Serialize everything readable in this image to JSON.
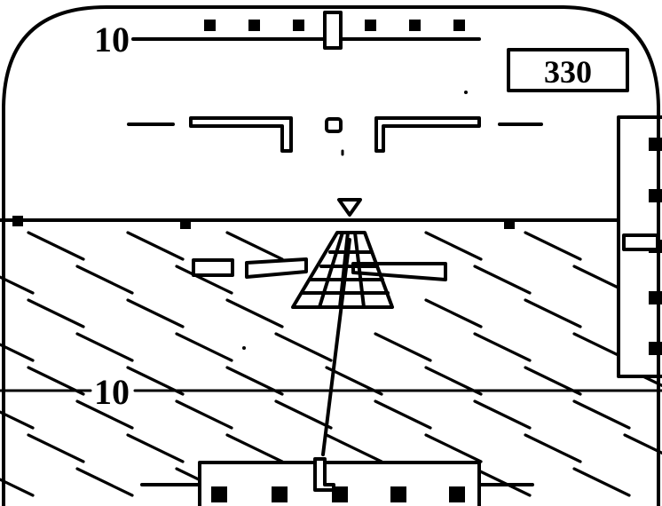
{
  "display": {
    "pitch_ladder": {
      "upper_label": "10",
      "lower_label": "10"
    },
    "readout": {
      "value": "330"
    }
  }
}
